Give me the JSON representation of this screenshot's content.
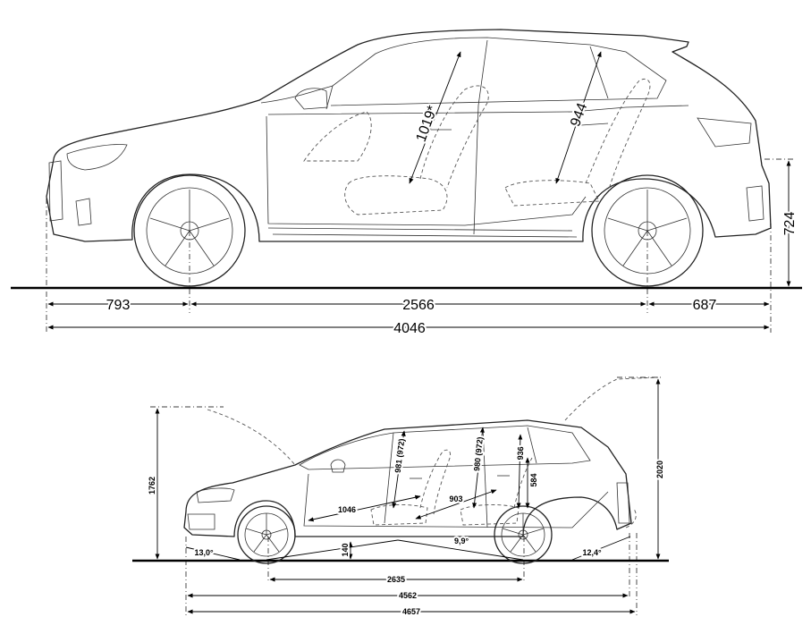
{
  "top_view": {
    "dimensions": {
      "front_overhang": "793",
      "wheelbase": "2566",
      "rear_overhang": "687",
      "overall_length": "4046",
      "front_headroom_diag": "1019*",
      "rear_headroom_diag": "944",
      "rear_height": "724"
    }
  },
  "bottom_view": {
    "dimensions": {
      "overall_height": "1762",
      "open_tailgate_height": "2020",
      "front_headroom": "981 (972)",
      "rear_headroom": "980 (972)",
      "load_height_inner": "936",
      "load_opening_height": "584",
      "front_legroom": "1046",
      "rear_legroom": "903",
      "ground_clearance": "140",
      "approach_angle": "13,0°",
      "ramp_angle": "9,9°",
      "departure_angle": "12,4°",
      "wheelbase": "2635",
      "length_short": "4562",
      "length_overall": "4657"
    }
  }
}
